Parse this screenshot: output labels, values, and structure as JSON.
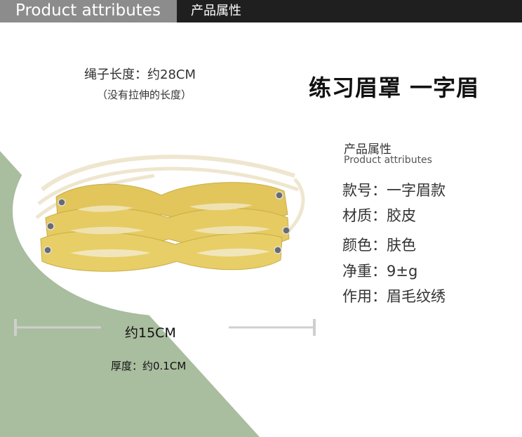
{
  "header": {
    "title_en": "Product attributes",
    "title_cn": "产品属性"
  },
  "rope": {
    "length": "绳子长度：约28CM",
    "note": "（没有拉伸的长度）"
  },
  "main_title": "练习眉罩  一字眉",
  "attributes": {
    "heading_cn": "产品属性",
    "heading_en": "Product attributes",
    "rows": [
      "款号：一字眉款",
      "材质：胶皮",
      "颜色：肤色",
      "净重：9±g",
      "作用：眉毛纹绣"
    ]
  },
  "dimensions": {
    "width": "约15CM",
    "thickness": "厚度：约0.1CM"
  },
  "colors": {
    "header_dark": "#1f1f1f",
    "header_gray": "#8c8c8c",
    "green_bg": "#a9bd9f",
    "mask_yellow": "#e6cb63"
  }
}
